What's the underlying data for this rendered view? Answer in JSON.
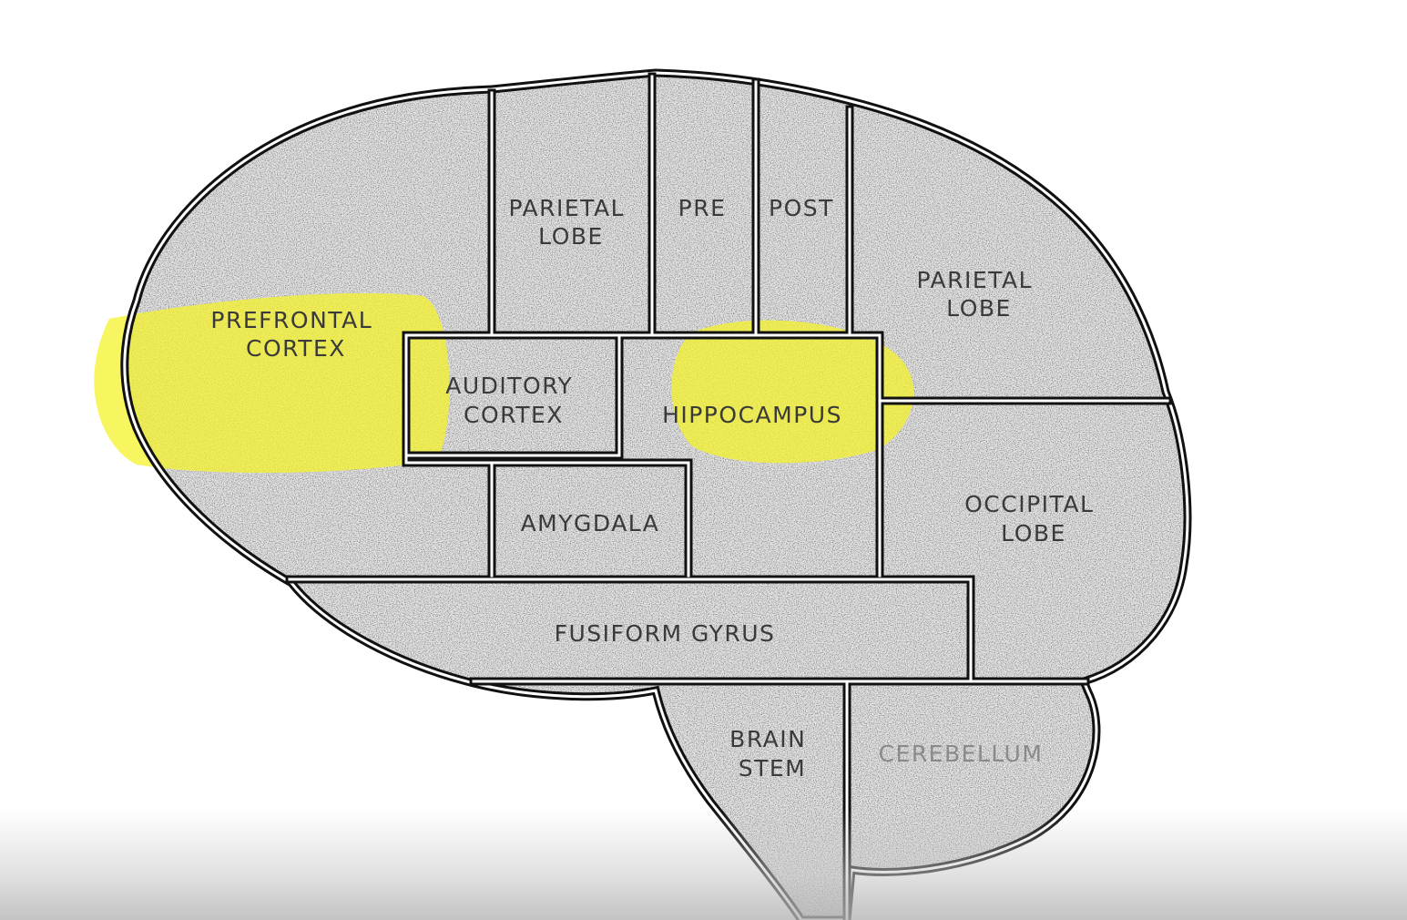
{
  "colors": {
    "outline": "#111111",
    "highlight": "#f2ef2a",
    "label": "#3a3a3a"
  },
  "regions": {
    "prefrontal_cortex": [
      "PREFRONTAL",
      "CORTEX"
    ],
    "parietal_lobe_top": [
      "PARIETAL",
      "LOBE"
    ],
    "pre": [
      "PRE"
    ],
    "post": [
      "POST"
    ],
    "parietal_lobe_right": [
      "PARIETAL",
      "LOBE"
    ],
    "auditory_cortex": [
      "AUDITORY",
      "CORTEX"
    ],
    "hippocampus": [
      "HIPPOCAMPUS"
    ],
    "occipital_lobe": [
      "OCCIPITAL",
      "LOBE"
    ],
    "amygdala": [
      "AMYGDALA"
    ],
    "fusiform_gyrus": [
      "FUSIFORM GYRUS"
    ],
    "brain_stem": [
      "BRAIN",
      "STEM"
    ],
    "cerebellum": [
      "CEREBELLUM"
    ]
  },
  "highlighted_regions": [
    "PREFRONTAL CORTEX",
    "HIPPOCAMPUS"
  ]
}
